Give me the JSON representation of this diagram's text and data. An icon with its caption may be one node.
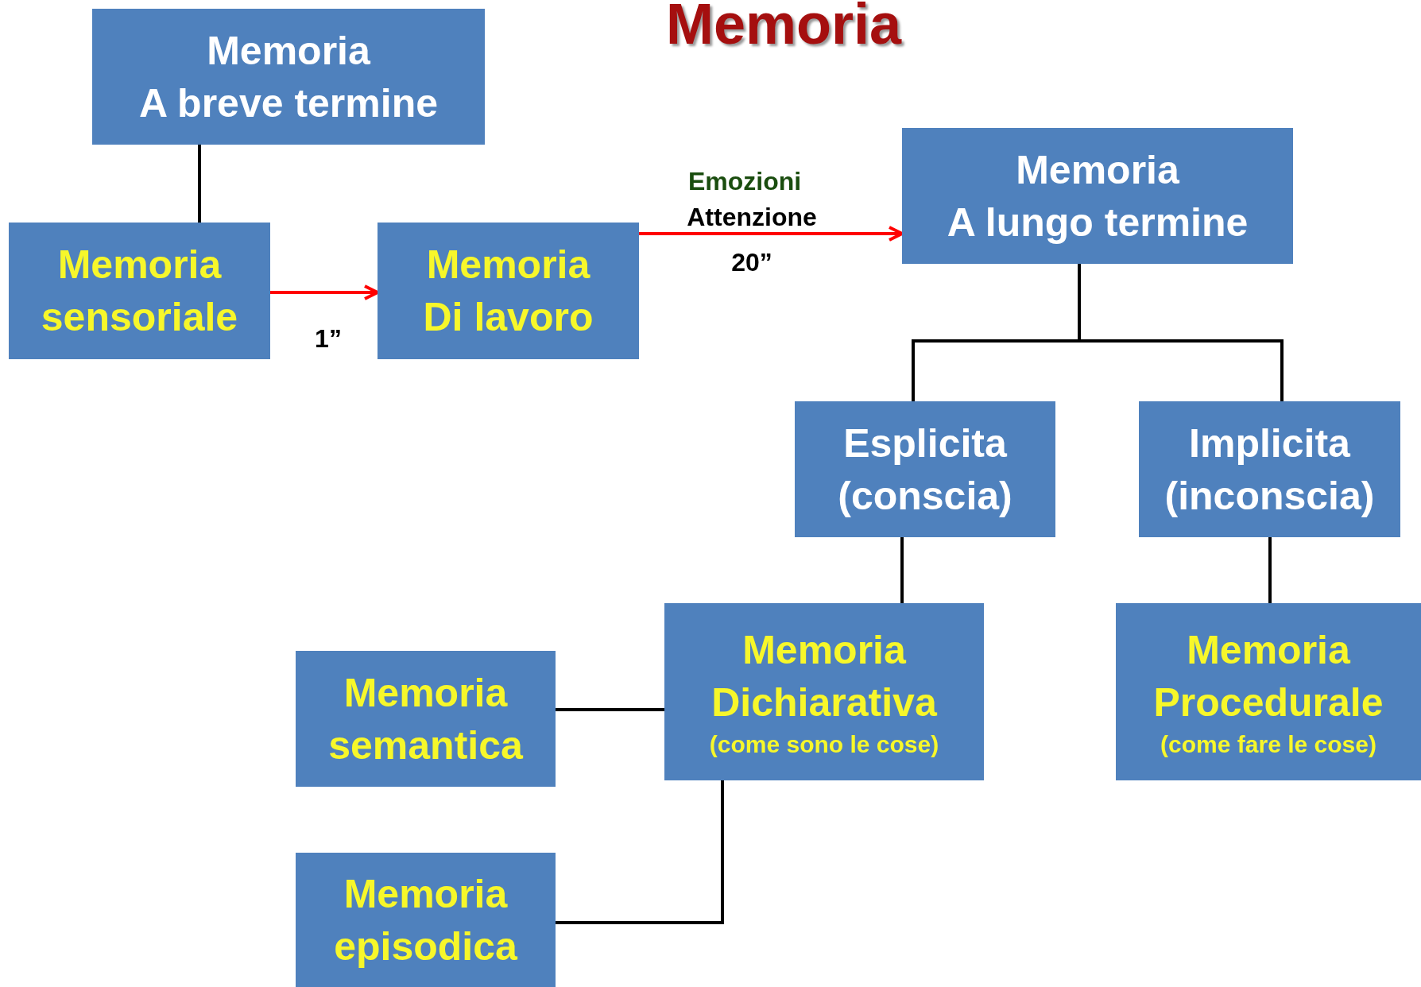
{
  "diagram": {
    "title": "Memoria",
    "nodes": [
      {
        "text": [
          "Memoria A breve termine"
        ]
      },
      {
        "text": [
          "Memoria sensoriale"
        ]
      },
      {
        "text": [
          "Memoria Di lavoro"
        ]
      },
      {
        "text": [
          "Memoria A lungo termine"
        ]
      },
      {
        "text": [
          "Esplicita (conscia)"
        ]
      },
      {
        "text": [
          "Implicita (inconscia)"
        ]
      },
      {
        "text": [
          "Memoria Dichiarativa",
          "(come sono le cose)"
        ]
      },
      {
        "text": [
          "Memoria Procedurale",
          "(come fare le cose)"
        ]
      },
      {
        "text": [
          "Memoria semantica"
        ]
      },
      {
        "text": [
          "Memoria episodica"
        ]
      }
    ],
    "edges": [
      {
        "from": 0,
        "to": 1,
        "arrow": "none"
      },
      {
        "from": 1,
        "to": 2,
        "arrow": "to",
        "label": "1”",
        "color": "#ff0000"
      },
      {
        "from": 2,
        "to": 3,
        "arrow": "to",
        "label": "Attenzione",
        "color": "#ff0000"
      },
      {
        "from": 3,
        "to": 4,
        "arrow": "none"
      },
      {
        "from": 3,
        "to": 5,
        "arrow": "none"
      },
      {
        "from": 4,
        "to": 6,
        "arrow": "none"
      },
      {
        "from": 5,
        "to": 7,
        "arrow": "none"
      },
      {
        "from": 6,
        "to": 8,
        "arrow": "none"
      },
      {
        "from": 6,
        "to": 9,
        "arrow": "none"
      }
    ],
    "labels": [
      "Emozioni",
      "20”"
    ]
  }
}
